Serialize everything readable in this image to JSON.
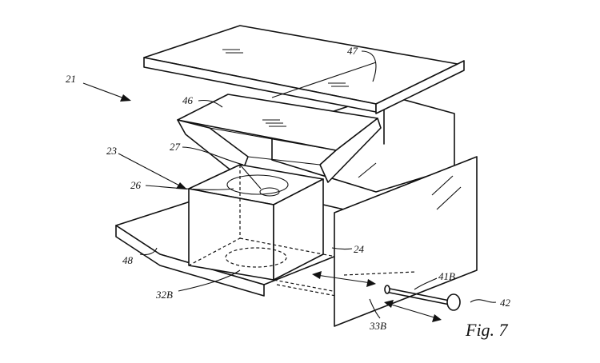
{
  "figure": {
    "caption": "Fig. 7",
    "labels": {
      "l21": "21",
      "l23": "23",
      "l24": "24",
      "l26": "26",
      "l27": "27",
      "l32b": "32B",
      "l33b": "33B",
      "l41b": "41B",
      "l42": "42",
      "l46": "46",
      "l47": "47",
      "l48": "48"
    }
  }
}
